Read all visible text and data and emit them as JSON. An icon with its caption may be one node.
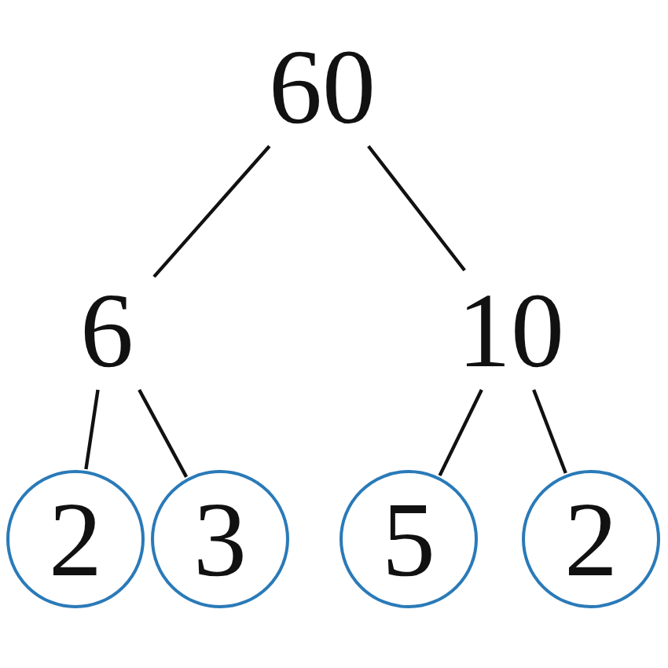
{
  "diagram": {
    "nodes": [
      {
        "text": [
          "60"
        ]
      },
      {
        "text": [
          "6"
        ]
      },
      {
        "text": [
          "10"
        ]
      },
      {
        "text": [
          "2"
        ]
      },
      {
        "text": [
          "3"
        ]
      },
      {
        "text": [
          "5"
        ]
      },
      {
        "text": [
          "2"
        ]
      }
    ],
    "edges": [
      {
        "from": 0,
        "to": 1,
        "arrow": "none"
      },
      {
        "from": 0,
        "to": 2,
        "arrow": "none"
      },
      {
        "from": 1,
        "to": 3,
        "arrow": "none"
      },
      {
        "from": 1,
        "to": 4,
        "arrow": "none"
      },
      {
        "from": 2,
        "to": 5,
        "arrow": "none"
      },
      {
        "from": 2,
        "to": 6,
        "arrow": "none"
      }
    ]
  }
}
